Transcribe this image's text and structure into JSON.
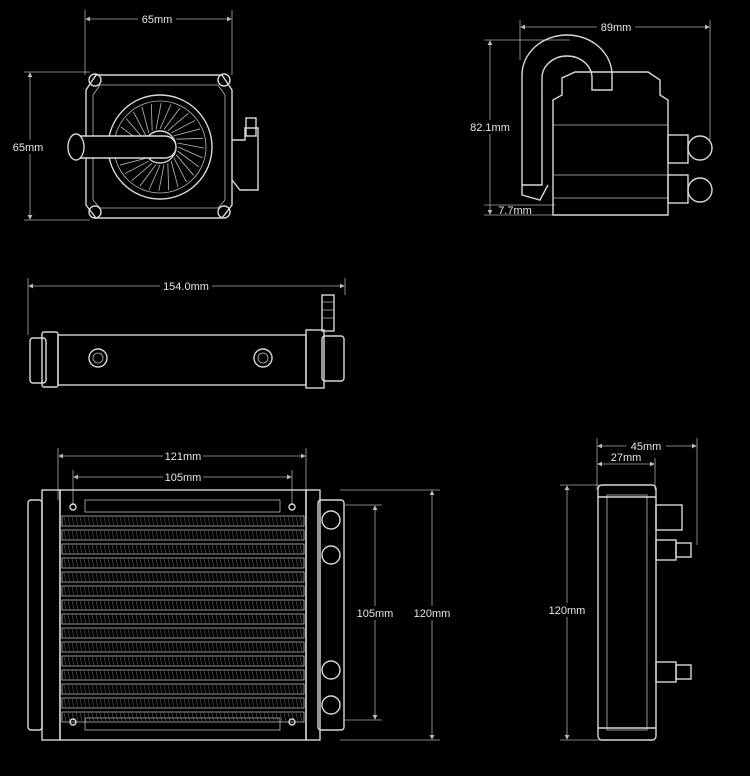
{
  "pump_top_view": {
    "width_label": "65mm",
    "height_label": "65mm"
  },
  "pump_side_view": {
    "width_label": "89mm",
    "height_label": "82.1mm",
    "base_label": "7.7mm"
  },
  "radiator_top_view": {
    "length_label": "154.0mm"
  },
  "radiator_front_view": {
    "width_outer_label": "121mm",
    "width_inner_label": "105mm",
    "height_inner_label": "105mm",
    "height_outer_label": "120mm"
  },
  "radiator_side_view": {
    "thickness_outer_label": "45mm",
    "thickness_inner_label": "27mm",
    "height_label": "120mm"
  }
}
